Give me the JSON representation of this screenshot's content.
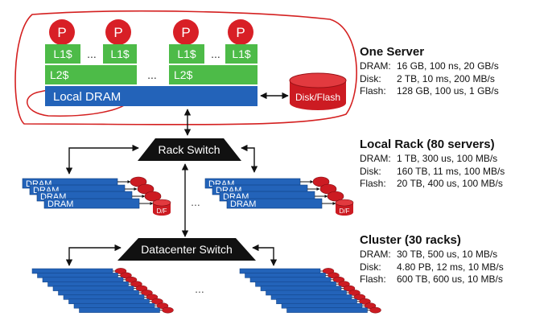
{
  "server": {
    "processor_label": "P",
    "l1_label": "L1$",
    "l2_label": "L2$",
    "dram_label": "Local DRAM",
    "disk_label": "Disk/Flash",
    "ellipsis": "..."
  },
  "switches": {
    "rack": "Rack Switch",
    "datacenter": "Datacenter Switch"
  },
  "rack_diagram": {
    "dram_label": "DRAM",
    "disk_label": "D/F",
    "ellipsis": "..."
  },
  "cluster_diagram": {
    "ellipsis": "..."
  },
  "panels": [
    {
      "title": "One Server",
      "rows": [
        {
          "label": "DRAM:",
          "value": "16 GB, 100 ns, 20 GB/s"
        },
        {
          "label": "Disk:",
          "value": "2 TB,  10 ms, 200 MB/s"
        },
        {
          "label": "Flash:",
          "value": "128 GB, 100 us, 1 GB/s"
        }
      ]
    },
    {
      "title": "Local Rack (80 servers)",
      "rows": [
        {
          "label": "DRAM:",
          "value": "1 TB, 300 us, 100 MB/s"
        },
        {
          "label": "Disk:",
          "value": "160 TB, 11 ms, 100 MB/s"
        },
        {
          "label": "Flash:",
          "value": "20 TB, 400 us, 100 MB/s"
        }
      ]
    },
    {
      "title": "Cluster (30 racks)",
      "rows": [
        {
          "label": "DRAM:",
          "value": "30 TB,  500 us, 10 MB/s"
        },
        {
          "label": "Disk:",
          "value": "4.80 PB, 12 ms, 10 MB/s"
        },
        {
          "label": "Flash:",
          "value": "600 TB,  600 us, 10 MB/s"
        }
      ]
    }
  ],
  "colors": {
    "processor": "#d81f26",
    "cache": "#4dbb48",
    "dram": "#2363b9",
    "disk": "#cc1b22",
    "switch": "#111111",
    "annotation": "#d42020"
  }
}
